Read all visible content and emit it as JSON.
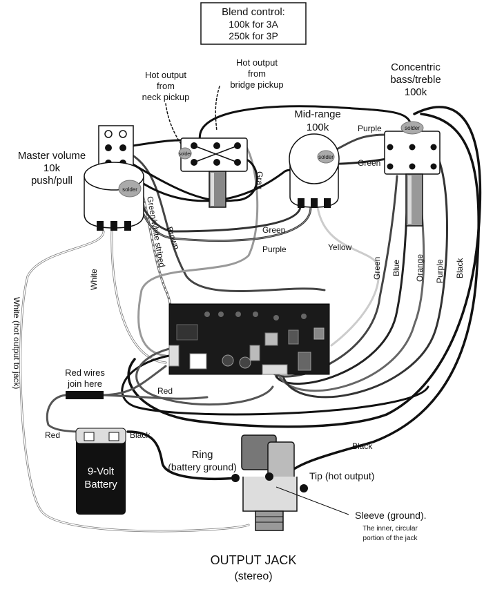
{
  "blend_box": {
    "title": "Blend control:",
    "line1": "100k for 3A",
    "line2": "250k for 3P"
  },
  "labels": {
    "hot_neck_1": "Hot output",
    "hot_neck_2": "from",
    "hot_neck_3": "neck pickup",
    "hot_bridge_1": "Hot output",
    "hot_bridge_2": "from",
    "hot_bridge_3": "bridge pickup",
    "concentric_1": "Concentric",
    "concentric_2": "bass/treble",
    "concentric_3": "100k",
    "midrange_1": "Mid-range",
    "midrange_2": "100k",
    "master_1": "Master volume",
    "master_2": "10k",
    "master_3": "push/pull",
    "solder": "solder",
    "red_wires_1": "Red wires",
    "red_wires_2": "join here",
    "battery_1": "9-Volt",
    "battery_2": "Battery",
    "ring_1": "Ring",
    "ring_2": "(battery ground)",
    "tip": "Tip (hot output)",
    "sleeve_1": "Sleeve (ground).",
    "sleeve_2": "The inner, circular",
    "sleeve_3": "portion of the jack",
    "jack_1": "OUTPUT JACK",
    "jack_2": "(stereo)"
  },
  "wires": {
    "gray": "Gray",
    "green": "Green",
    "purple": "Purple",
    "yellow": "Yellow",
    "brown": "Brown",
    "green_white": "Green/white striped",
    "white": "White",
    "white_hot": "White (hot output to jack)",
    "red": "Red",
    "black": "Black",
    "blue": "Blue",
    "orange": "Orange"
  },
  "colors": {
    "wire_dark": "#111111",
    "wire_mid": "#555555",
    "wire_light": "#bbbbbb",
    "pot_fill": "#ffffff",
    "solder": "#aaaaaa",
    "board": "#1a1a1a"
  }
}
